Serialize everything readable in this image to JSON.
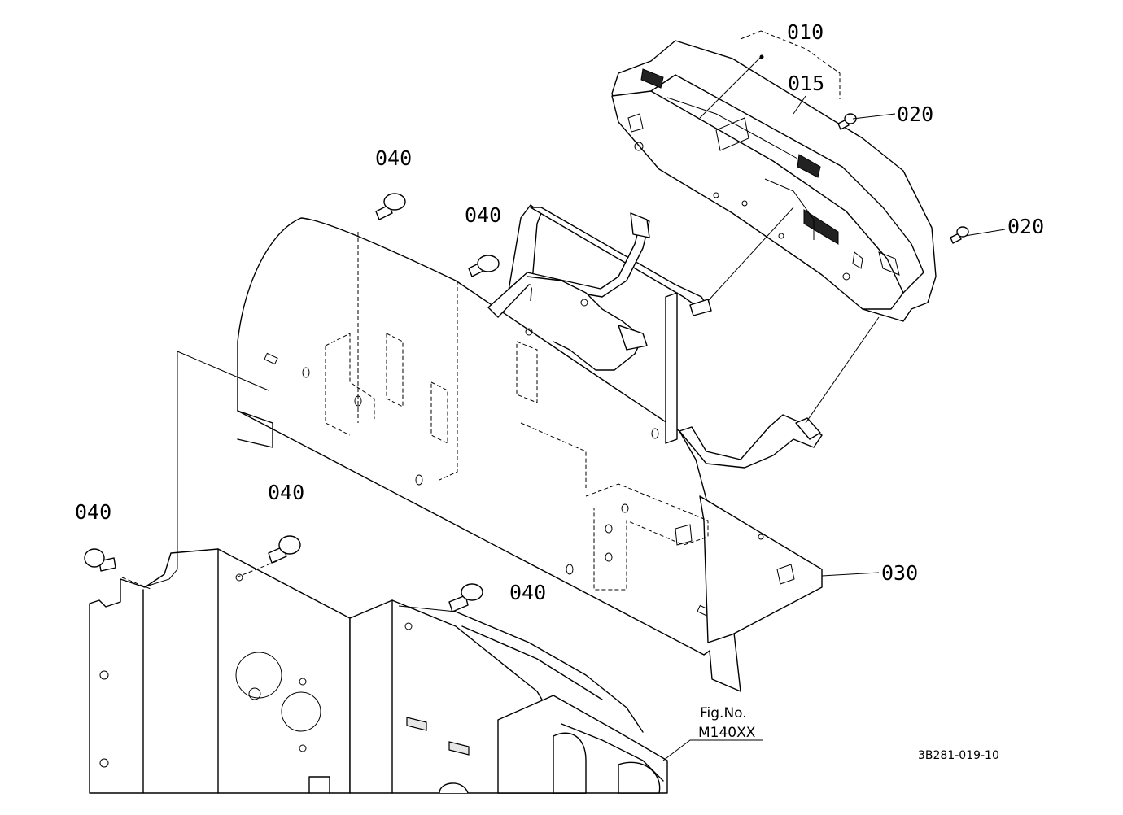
{
  "parts": {
    "p010": "010",
    "p015": "015",
    "p020_a": "020",
    "p020_b": "020",
    "p030": "030",
    "p040_a": "040",
    "p040_b": "040",
    "p040_c": "040",
    "p040_d": "040",
    "p040_e": "040"
  },
  "fig_ref": {
    "line1": "Fig.No.",
    "line2": "M140XX"
  },
  "drawing_code": "3B281-019-10"
}
